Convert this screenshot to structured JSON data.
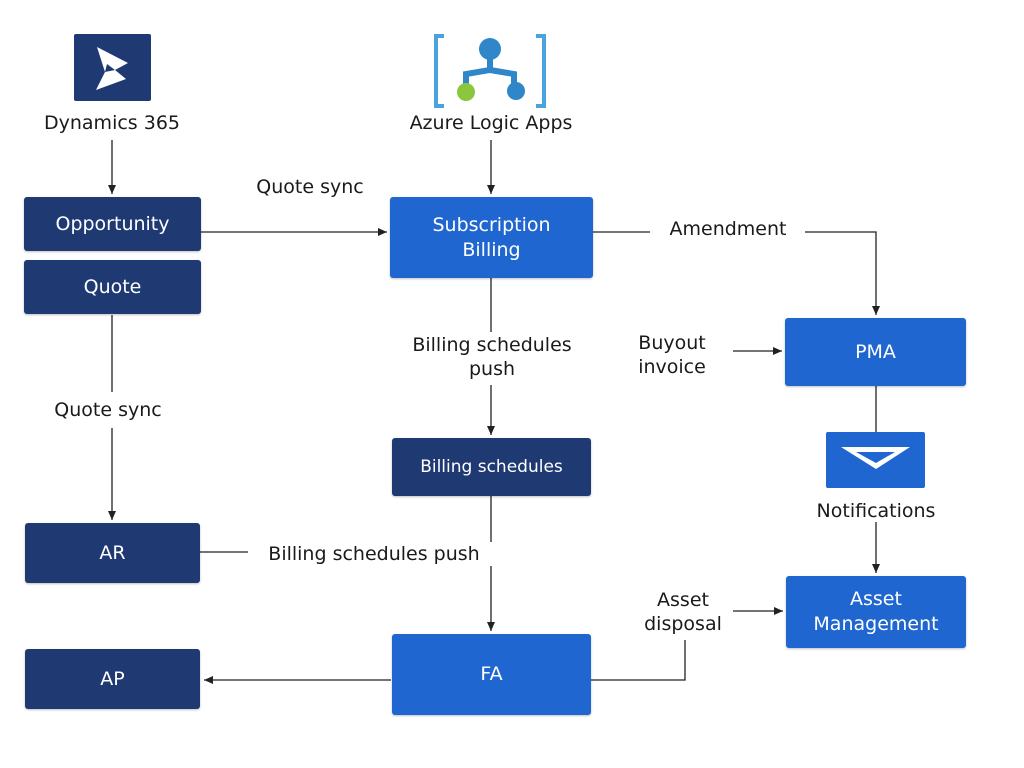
{
  "sources": {
    "dynamics": {
      "label": "Dynamics 365",
      "icon": "dynamics-365-logo-icon",
      "color": "#1f3a73"
    },
    "logic_apps": {
      "label": "Azure Logic Apps",
      "icon": "logic-apps-icon",
      "colors": {
        "bracket": "#4aa3df",
        "node": "#2f86c8",
        "accent": "#8cc63f"
      }
    }
  },
  "nodes": {
    "opportunity": "Opportunity",
    "quote": "Quote",
    "subscription_billing": [
      "Subscription",
      "Billing"
    ],
    "billing_schedules": "Billing schedules",
    "ar": "AR",
    "ap": "AP",
    "fa": "FA",
    "pma": "PMA",
    "asset_management": [
      "Asset",
      "Management"
    ]
  },
  "notifications": {
    "label": "Notifications",
    "icon": "notification-arrow-icon"
  },
  "edge_labels": {
    "quote_sync_top": "Quote sync",
    "quote_sync_left": "Quote sync",
    "amendment": "Amendment",
    "billing_schedules_push_center": [
      "Billing schedules",
      "push"
    ],
    "buyout_invoice": [
      "Buyout",
      "invoice"
    ],
    "billing_schedules_push_mid": "Billing schedules push",
    "asset_disposal": [
      "Asset",
      "disposal"
    ]
  },
  "colors": {
    "dark_box": "#1f3a73",
    "blue_box": "#1f66d1",
    "line": "#222222"
  }
}
